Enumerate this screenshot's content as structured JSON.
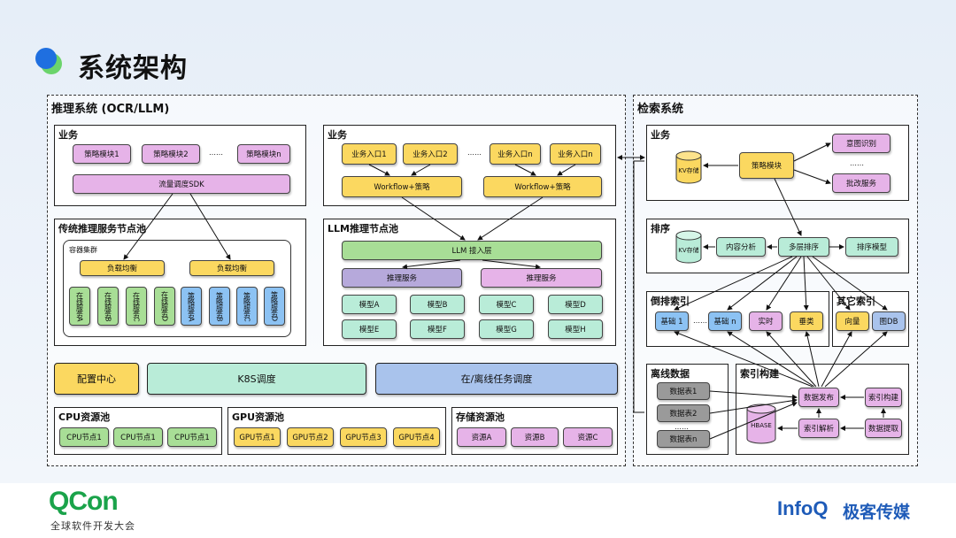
{
  "title": "系统架构",
  "inference": {
    "title": "推理系统 (OCR/LLM)",
    "biz1": {
      "label": "业务",
      "strategies": [
        "策略模块1",
        "策略模块2",
        "策略模块n"
      ],
      "ellipsis": "……",
      "sdk": "流量调度SDK"
    },
    "biz2": {
      "label": "业务",
      "entries": [
        "业务入口1",
        "业务入口2",
        "业务入口n",
        "业务入口n"
      ],
      "ellipsis": "……",
      "workflows": [
        "Workflow+策略",
        "Workflow+策略"
      ]
    },
    "trad": {
      "label": "传统推理服务节点池",
      "cluster_label": "容器集群",
      "lbs": [
        "负载均衡",
        "负载均衡"
      ],
      "online": [
        "在线服务A",
        "在线服务B",
        "在线服务C",
        "在线服务D"
      ],
      "policy": [
        "策略服务A",
        "策略服务B",
        "策略服务C",
        "策略服务D"
      ]
    },
    "llm": {
      "label": "LLM推理节点池",
      "access": "LLM 接入层",
      "services": [
        "推理服务",
        "推理服务"
      ],
      "models": [
        "模型A",
        "模型B",
        "模型C",
        "模型D",
        "模型E",
        "模型F",
        "模型G",
        "模型H"
      ]
    },
    "config": "配置中心",
    "k8s": "K8S调度",
    "task": "在/离线任务调度",
    "cpu": {
      "label": "CPU资源池",
      "nodes": [
        "CPU节点1",
        "CPU节点1",
        "CPU节点1"
      ]
    },
    "gpu": {
      "label": "GPU资源池",
      "nodes": [
        "GPU节点1",
        "GPU节点2",
        "GPU节点3",
        "GPU节点4"
      ]
    },
    "storage": {
      "label": "存储资源池",
      "nodes": [
        "资源A",
        "资源B",
        "资源C"
      ]
    }
  },
  "retrieval": {
    "title": "检索系统",
    "biz": {
      "label": "业务",
      "kv": "KV存储",
      "strategy": "策略模块",
      "intent": "意图识别",
      "ellipsis": "……",
      "rewrite": "批改服务"
    },
    "rank": {
      "label": "排序",
      "kv": "KV存储",
      "content": "内容分析",
      "multi": "多层排序",
      "model": "排序模型"
    },
    "inverted": {
      "label": "倒排索引",
      "items": [
        "基础 1",
        "基础 n",
        "实时",
        "垂类"
      ],
      "ellipsis": "……"
    },
    "other": {
      "label": "其它索引",
      "items": [
        "向量",
        "图DB"
      ]
    },
    "offline": {
      "label": "离线数据",
      "tables": [
        "数据表1",
        "数据表2",
        "数据表n"
      ],
      "ellipsis": "……"
    },
    "build": {
      "label": "索引构建",
      "publish": "数据发布",
      "idx_build": "索引构建",
      "hbase": "HBASE",
      "parse": "索引解析",
      "extract": "数据提取"
    }
  },
  "footer": {
    "brand": "QCon",
    "brand_sub": "全球软件开发大会",
    "partner_a": "InfoQ",
    "partner_b": "极客传媒"
  },
  "colors": {
    "brand_green": "#1aa34a",
    "infoq_blue": "#1e5bb8",
    "title_dot_blue": "#1f6fe0",
    "title_dot_green": "#6bd46b"
  }
}
